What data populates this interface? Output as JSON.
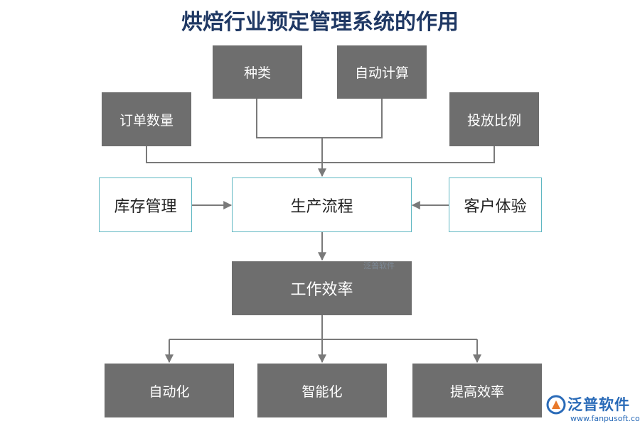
{
  "title": "烘焙行业预定管理系统的作用",
  "nodes": {
    "category": "种类",
    "auto_calc": "自动计算",
    "order_qty": "订单数量",
    "ratio": "投放比例",
    "inventory": "库存管理",
    "production": "生产流程",
    "customer": "客户体验",
    "efficiency": "工作效率",
    "automation": "自动化",
    "intelligence": "智能化",
    "improve": "提高效率"
  },
  "watermark": "泛普软件",
  "brand": {
    "name": "泛普软件",
    "url": "www.fanpusoft.com"
  },
  "colors": {
    "dark_box": "#6e6e6e",
    "light_border": "#5fb7c2",
    "title": "#1f3864",
    "connector": "#7a7a7a",
    "brand": "#2a6bb8"
  }
}
